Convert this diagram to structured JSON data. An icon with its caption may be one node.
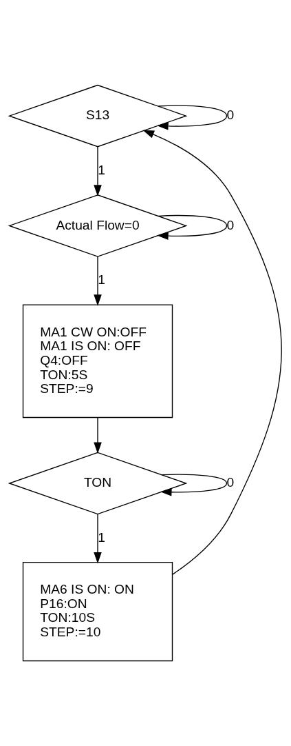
{
  "diagram": {
    "nodes": [
      {
        "text": [
          "S13"
        ]
      },
      {
        "text": [
          "Actual Flow=0"
        ]
      },
      {
        "text": [
          "MA1 CW ON:OFF",
          "MA1 IS ON: OFF",
          "Q4:OFF",
          "TON:5S",
          "STEP:=9"
        ]
      },
      {
        "text": [
          "TON"
        ]
      },
      {
        "text": [
          "MA6 IS ON: ON",
          "P16:ON",
          "TON:10S",
          "STEP:=10"
        ]
      }
    ],
    "edges": [
      {
        "from": 0,
        "to": 0,
        "arrow": "to",
        "label": "0"
      },
      {
        "from": 0,
        "to": 1,
        "arrow": "to",
        "label": "1"
      },
      {
        "from": 1,
        "to": 1,
        "arrow": "to",
        "label": "0"
      },
      {
        "from": 1,
        "to": 2,
        "arrow": "to",
        "label": "1"
      },
      {
        "from": 2,
        "to": 3,
        "arrow": "to"
      },
      {
        "from": 3,
        "to": 3,
        "arrow": "to",
        "label": "0"
      },
      {
        "from": 3,
        "to": 4,
        "arrow": "to",
        "label": "1"
      },
      {
        "from": 4,
        "to": 0,
        "arrow": "to"
      }
    ]
  }
}
